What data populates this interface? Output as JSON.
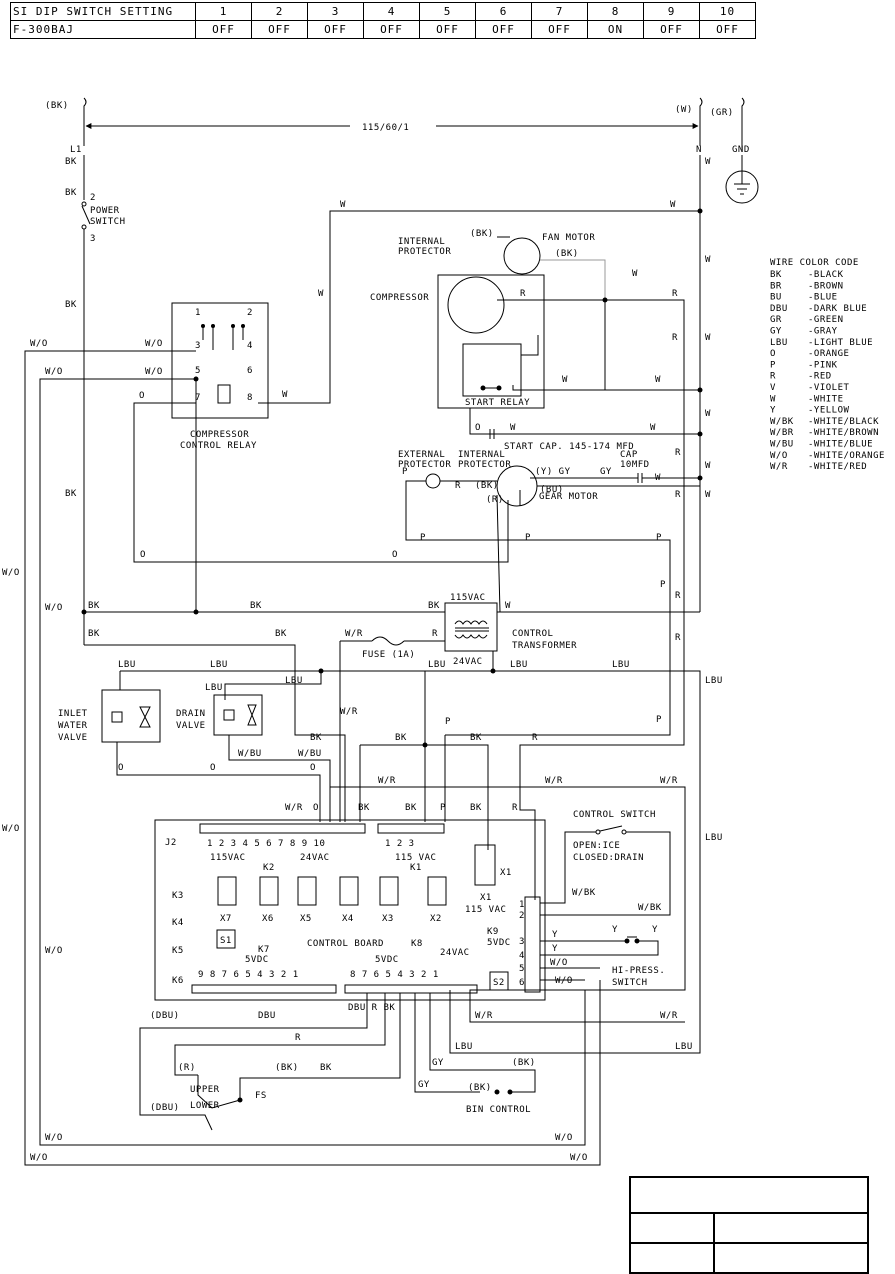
{
  "dip_table": {
    "header": "SI DIP SWITCH SETTING",
    "switch_numbers": [
      "1",
      "2",
      "3",
      "4",
      "5",
      "6",
      "7",
      "8",
      "9",
      "10"
    ],
    "model": "F-300BAJ",
    "settings": [
      "OFF",
      "OFF",
      "OFF",
      "OFF",
      "OFF",
      "OFF",
      "OFF",
      "ON",
      "OFF",
      "OFF"
    ]
  },
  "labels": {
    "bk_top": "(BK)",
    "w_top": "(W)",
    "gr_top": "(GR)",
    "voltage": "115/60/1",
    "l1": "L1",
    "n": "N",
    "gnd": "GND",
    "power_switch": [
      "POWER",
      "SWITCH"
    ],
    "ps_2": "2",
    "ps_3": "3",
    "relay_title": [
      "COMPRESSOR",
      "CONTROL RELAY"
    ],
    "internal_protector": [
      "INTERNAL",
      "PROTECTOR"
    ],
    "fan_motor": "FAN MOTOR",
    "compressor": "COMPRESSOR",
    "start_relay": "START RELAY",
    "start_cap": "START CAP. 145-174 MFD",
    "external_protector": [
      "EXTERNAL",
      "PROTECTOR"
    ],
    "internal_protector2": [
      "INTERNAL",
      "PROTECTOR"
    ],
    "cap": [
      "CAP",
      "10MFD"
    ],
    "gear_motor": "GEAR MOTOR",
    "transformer_v1": "115VAC",
    "transformer_v2": "24VAC",
    "control_transformer": [
      "CONTROL",
      "TRANSFORMER"
    ],
    "fuse": "FUSE (1A)",
    "inlet_valve": [
      "INLET",
      "WATER",
      "VALVE"
    ],
    "drain_valve": [
      "DRAIN",
      "VALVE"
    ],
    "control_switch": "CONTROL SWITCH",
    "control_switch_desc": [
      "OPEN:ICE",
      "CLOSED:DRAIN"
    ],
    "hi_press": [
      "HI-PRESS.",
      "SWITCH"
    ],
    "control_board": "CONTROL BOARD",
    "k2_label": "K2",
    "k1_label": "K1",
    "k7_label": "K7",
    "k8_label": "K8",
    "k9_label": "K9",
    "k2_115": "115VAC",
    "k2_24": "24VAC",
    "k1_115": "115 VAC",
    "k7_5v": "5VDC",
    "k8_5v": "5VDC",
    "k8_24": "24VAC",
    "k9_5v": "5VDC",
    "x1_115": "115 VAC",
    "upper": "UPPER",
    "lower": "LOWER",
    "fs": "FS",
    "bin_control": "BIN CONTROL",
    "gy": "GY"
  },
  "wire_color_code": {
    "title": "WIRE COLOR CODE",
    "entries": [
      [
        "BK",
        "-BLACK"
      ],
      [
        "BR",
        "-BROWN"
      ],
      [
        "BU",
        "-BLUE"
      ],
      [
        "DBU",
        "-DARK BLUE"
      ],
      [
        "GR",
        "-GREEN"
      ],
      [
        "GY",
        "-GRAY"
      ],
      [
        "LBU",
        "-LIGHT BLUE"
      ],
      [
        "O",
        "-ORANGE"
      ],
      [
        "P",
        "-PINK"
      ],
      [
        "R",
        "-RED"
      ],
      [
        "V",
        "-VIOLET"
      ],
      [
        "W",
        "-WHITE"
      ],
      [
        "Y",
        "-YELLOW"
      ],
      [
        "W/BK",
        "-WHITE/BLACK"
      ],
      [
        "W/BR",
        "-WHITE/BROWN"
      ],
      [
        "W/BU",
        "-WHITE/BLUE"
      ],
      [
        "W/O",
        "-WHITE/ORANGE"
      ],
      [
        "W/R",
        "-WHITE/RED"
      ]
    ]
  }
}
